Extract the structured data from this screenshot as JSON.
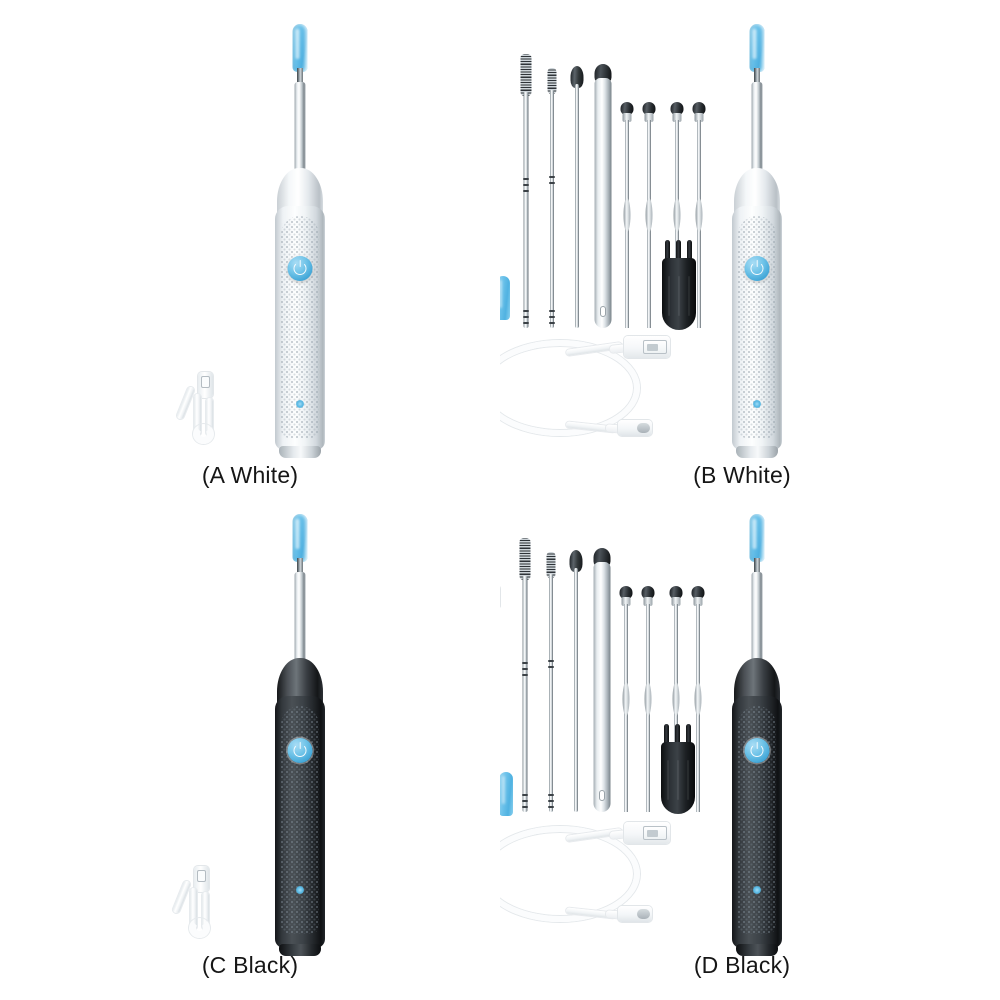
{
  "page": {
    "title": "Ear Wax Removal Tool Kit — Variant Selection Grid",
    "background_color": "#ffffff",
    "layout": "2x2 product variant grid"
  },
  "palette": {
    "silicone_blue": "#6cc2ea",
    "button_blue": "#6fc3e8",
    "led_blue": "#55b6e2",
    "white_body": "#f0f4f6",
    "black_body": "#33383d",
    "steel": "#cfd6da",
    "brush_black": "#1d2124",
    "cable_white": "#fbfcfd",
    "caption_text": "#161616"
  },
  "variants": [
    {
      "id": "a",
      "caption": "(A White)",
      "color_name": "White",
      "device": {
        "name": "ear wax removal pen",
        "body_finish": "white",
        "tip_color": "blue silicone",
        "button": "power-button",
        "indicator": "led-indicator"
      },
      "accessories": [
        "short-usb-cable"
      ]
    },
    {
      "id": "b",
      "caption": "(B White)",
      "color_name": "White",
      "device": {
        "name": "ear wax removal pen",
        "body_finish": "white",
        "tip_color": "blue silicone",
        "button": "power-button",
        "indicator": "led-indicator"
      },
      "accessories": [
        "storage-vial",
        "silicone-tips-large-x2",
        "silicone-tips-small-x4",
        "spiral-coil-pick",
        "small-coil-pick",
        "straight-pick",
        "tweezers",
        "loop-pick-x4",
        "cleaning-brush-set",
        "usb-a-to-usb-c-cable"
      ]
    },
    {
      "id": "c",
      "caption": "(C Black)",
      "color_name": "Black",
      "device": {
        "name": "ear wax removal pen",
        "body_finish": "black",
        "tip_color": "blue silicone",
        "button": "power-button",
        "indicator": "led-indicator"
      },
      "accessories": [
        "short-usb-cable"
      ]
    },
    {
      "id": "d",
      "caption": "(D Black)",
      "color_name": "Black",
      "device": {
        "name": "ear wax removal pen",
        "body_finish": "black",
        "tip_color": "blue silicone",
        "button": "power-button",
        "indicator": "led-indicator"
      },
      "accessories": [
        "storage-vial",
        "silicone-tips-large-x2",
        "silicone-tips-small-x4",
        "spiral-coil-pick",
        "small-coil-pick",
        "straight-pick",
        "tweezers",
        "loop-pick-x4",
        "cleaning-brush-set",
        "usb-a-to-usb-c-cable"
      ]
    }
  ],
  "accessory_counts": {
    "large_silicone_tips": 2,
    "small_silicone_tips": 4,
    "loop_picks": 4,
    "brush_rods": 3,
    "metal_tools_total": 8
  }
}
